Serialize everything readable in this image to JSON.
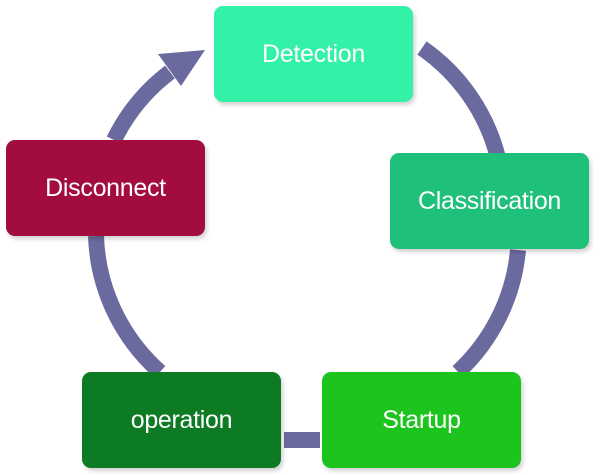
{
  "diagram": {
    "cycle_color": "#6b6a9e",
    "nodes": [
      {
        "id": "detection",
        "label": "Detection",
        "color": "#33f2a8"
      },
      {
        "id": "classification",
        "label": "Classification",
        "color": "#1fc07a"
      },
      {
        "id": "startup",
        "label": "Startup",
        "color": "#1ec41e"
      },
      {
        "id": "operation",
        "label": "operation",
        "color": "#0d7a24"
      },
      {
        "id": "disconnect",
        "label": "Disconnect",
        "color": "#a30d3e"
      }
    ]
  }
}
